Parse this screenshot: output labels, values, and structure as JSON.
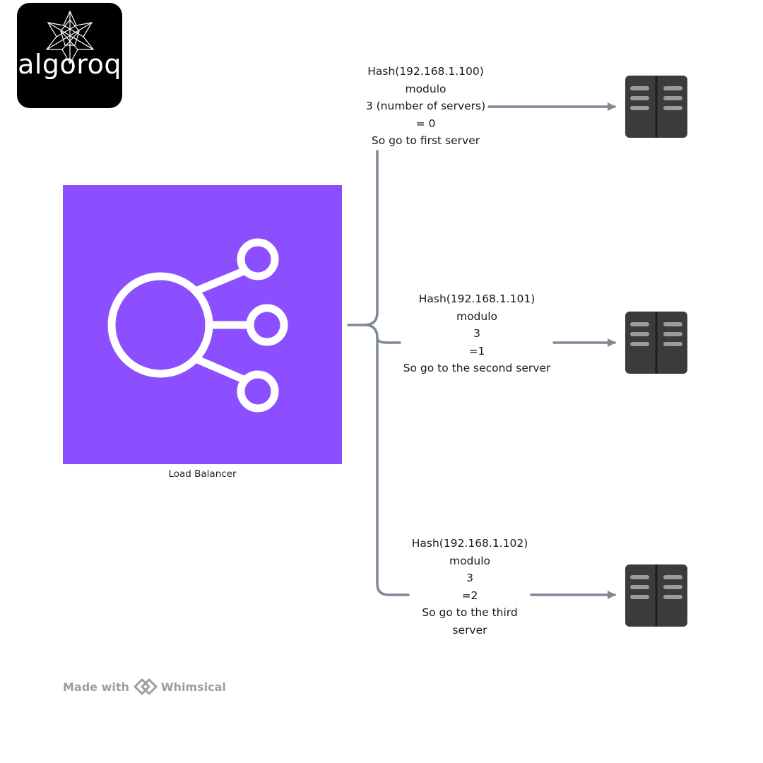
{
  "logo": {
    "text": "algoroq"
  },
  "load_balancer": {
    "label": "Load Balancer",
    "color": "#8C4FFF"
  },
  "routes": [
    {
      "lines": [
        "Hash(192.168.1.100)",
        "modulo",
        "3 (number of servers)",
        "= 0",
        "So go to first server"
      ]
    },
    {
      "lines": [
        "Hash(192.168.1.101)",
        "modulo",
        "3",
        "=1",
        "So go to the second server"
      ]
    },
    {
      "lines": [
        "Hash(192.168.1.102)",
        "modulo",
        "3",
        "=2",
        "So go to the third",
        "server"
      ]
    }
  ],
  "footer": {
    "made_with": "Made with",
    "brand": "Whimsical"
  },
  "colors": {
    "connector": "#7d8996",
    "server": "#3b3b3b",
    "server_slot": "#9b9b9b"
  },
  "icons": [
    "algoroq-star-logo-icon",
    "load-balancer-icon",
    "server-icon",
    "whimsical-logo-icon"
  ]
}
